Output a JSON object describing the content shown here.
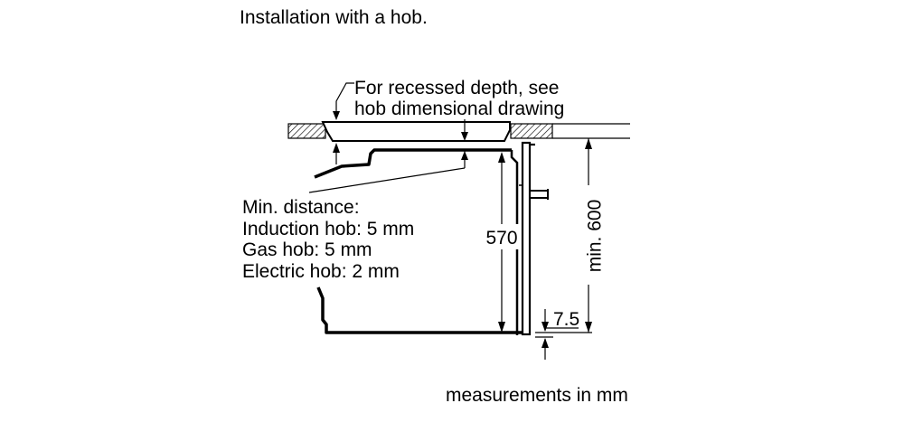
{
  "title": "Installation with a hob.",
  "recess_note": {
    "line1": "For recessed depth, see",
    "line2": "hob dimensional drawing"
  },
  "min_distance": {
    "heading": "Min. distance:",
    "induction": "Induction hob: 5 mm",
    "gas": "Gas hob: 5 mm",
    "electric": "Electric hob: 2 mm"
  },
  "dimensions": {
    "oven_height": "570",
    "niche_height": "min. 600",
    "gap": "7.5"
  },
  "footer": "measurements in mm"
}
